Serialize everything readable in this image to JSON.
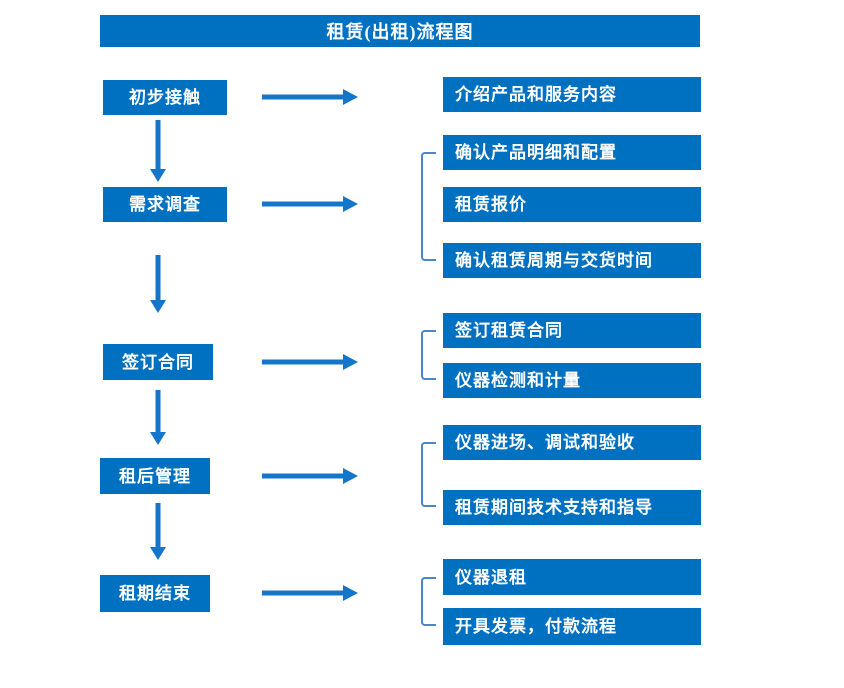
{
  "title": "租赁(出租)流程图",
  "colors": {
    "box_fill": "#0070C0",
    "arrow": "#1476CB",
    "bracket": "#4A86C8",
    "box_text": "#FFFFFF",
    "background": "#FFFFFF"
  },
  "steps": [
    {
      "label": "初步接触",
      "outputs": [
        "介绍产品和服务内容"
      ]
    },
    {
      "label": "需求调查",
      "outputs": [
        "确认产品明细和配置",
        "租赁报价",
        "确认租赁周期与交货时间"
      ]
    },
    {
      "label": "签订合同",
      "outputs": [
        "签订租赁合同",
        "仪器检测和计量"
      ]
    },
    {
      "label": "租后管理",
      "outputs": [
        "仪器进场、调试和验收",
        "租赁期间技术支持和指导"
      ]
    },
    {
      "label": "租期结束",
      "outputs": [
        "仪器退租",
        "开具发票，付款流程"
      ]
    }
  ]
}
